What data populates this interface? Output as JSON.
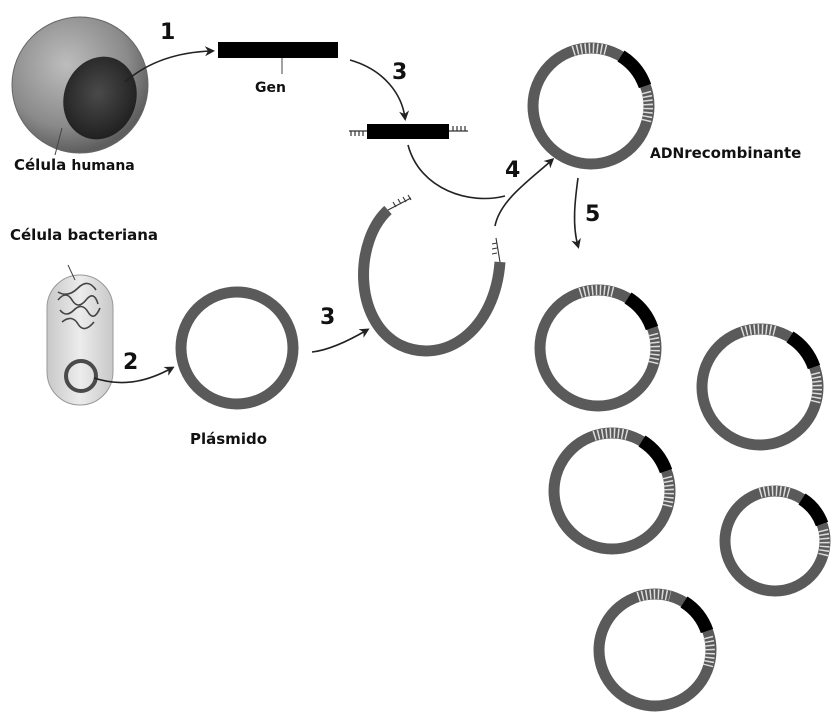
{
  "labels": {
    "cell_human_bold": "Célula",
    "cell_human_rest": "humana",
    "gene": "Gen",
    "bacterium": "Célula bacteriana",
    "plasmid": "Plásmido",
    "recombinant_bold": "ADN",
    "recombinant_rest": "recombinante"
  },
  "steps": [
    "1",
    "2",
    "3",
    "3",
    "4",
    "5"
  ],
  "colors": {
    "ring": "#5a5a5a",
    "ring_dark": "#333333",
    "gene": "#000000",
    "cell_outer": "#8c8c8c",
    "nucleus": "#333333",
    "bacterium_fill": "#d8d8d8"
  }
}
